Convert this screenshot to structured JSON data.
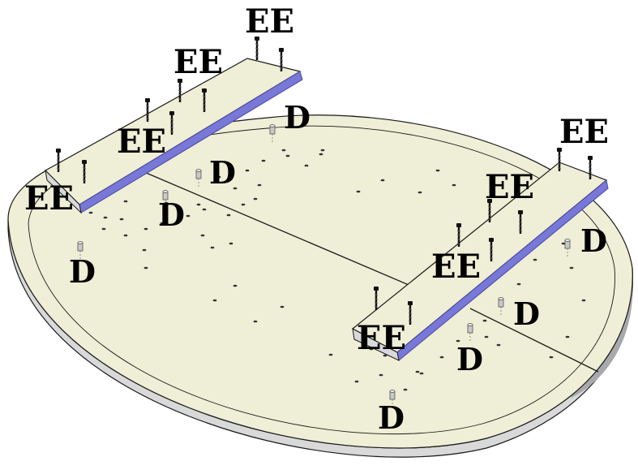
{
  "colors": {
    "top_surface": "#efeed6",
    "rim_side": "#d9d9d9",
    "rim_shadow": "#a9a9ad",
    "rail_top": "#efeed6",
    "rail_face": "#7878d8",
    "rail_edge": "#4a4aa0",
    "line": "#1a1a1a",
    "bolt": "#111111",
    "dowel": "#b0b0b0"
  },
  "icons": {
    "bolt": "screw-icon",
    "dowel": "dowel-icon"
  },
  "labels": {
    "rail1_ee_1": "EE",
    "rail1_ee_2": "EE",
    "rail1_ee_3": "EE",
    "rail1_ee_4": "EE",
    "rail2_ee_1": "EE",
    "rail2_ee_2": "EE",
    "rail2_ee_3": "EE",
    "rail2_ee_4": "EE",
    "dowel_1": "D",
    "dowel_2": "D",
    "dowel_3": "D",
    "dowel_4": "D",
    "dowel_5": "D",
    "dowel_6": "D",
    "dowel_7": "D",
    "dowel_8": "D"
  }
}
